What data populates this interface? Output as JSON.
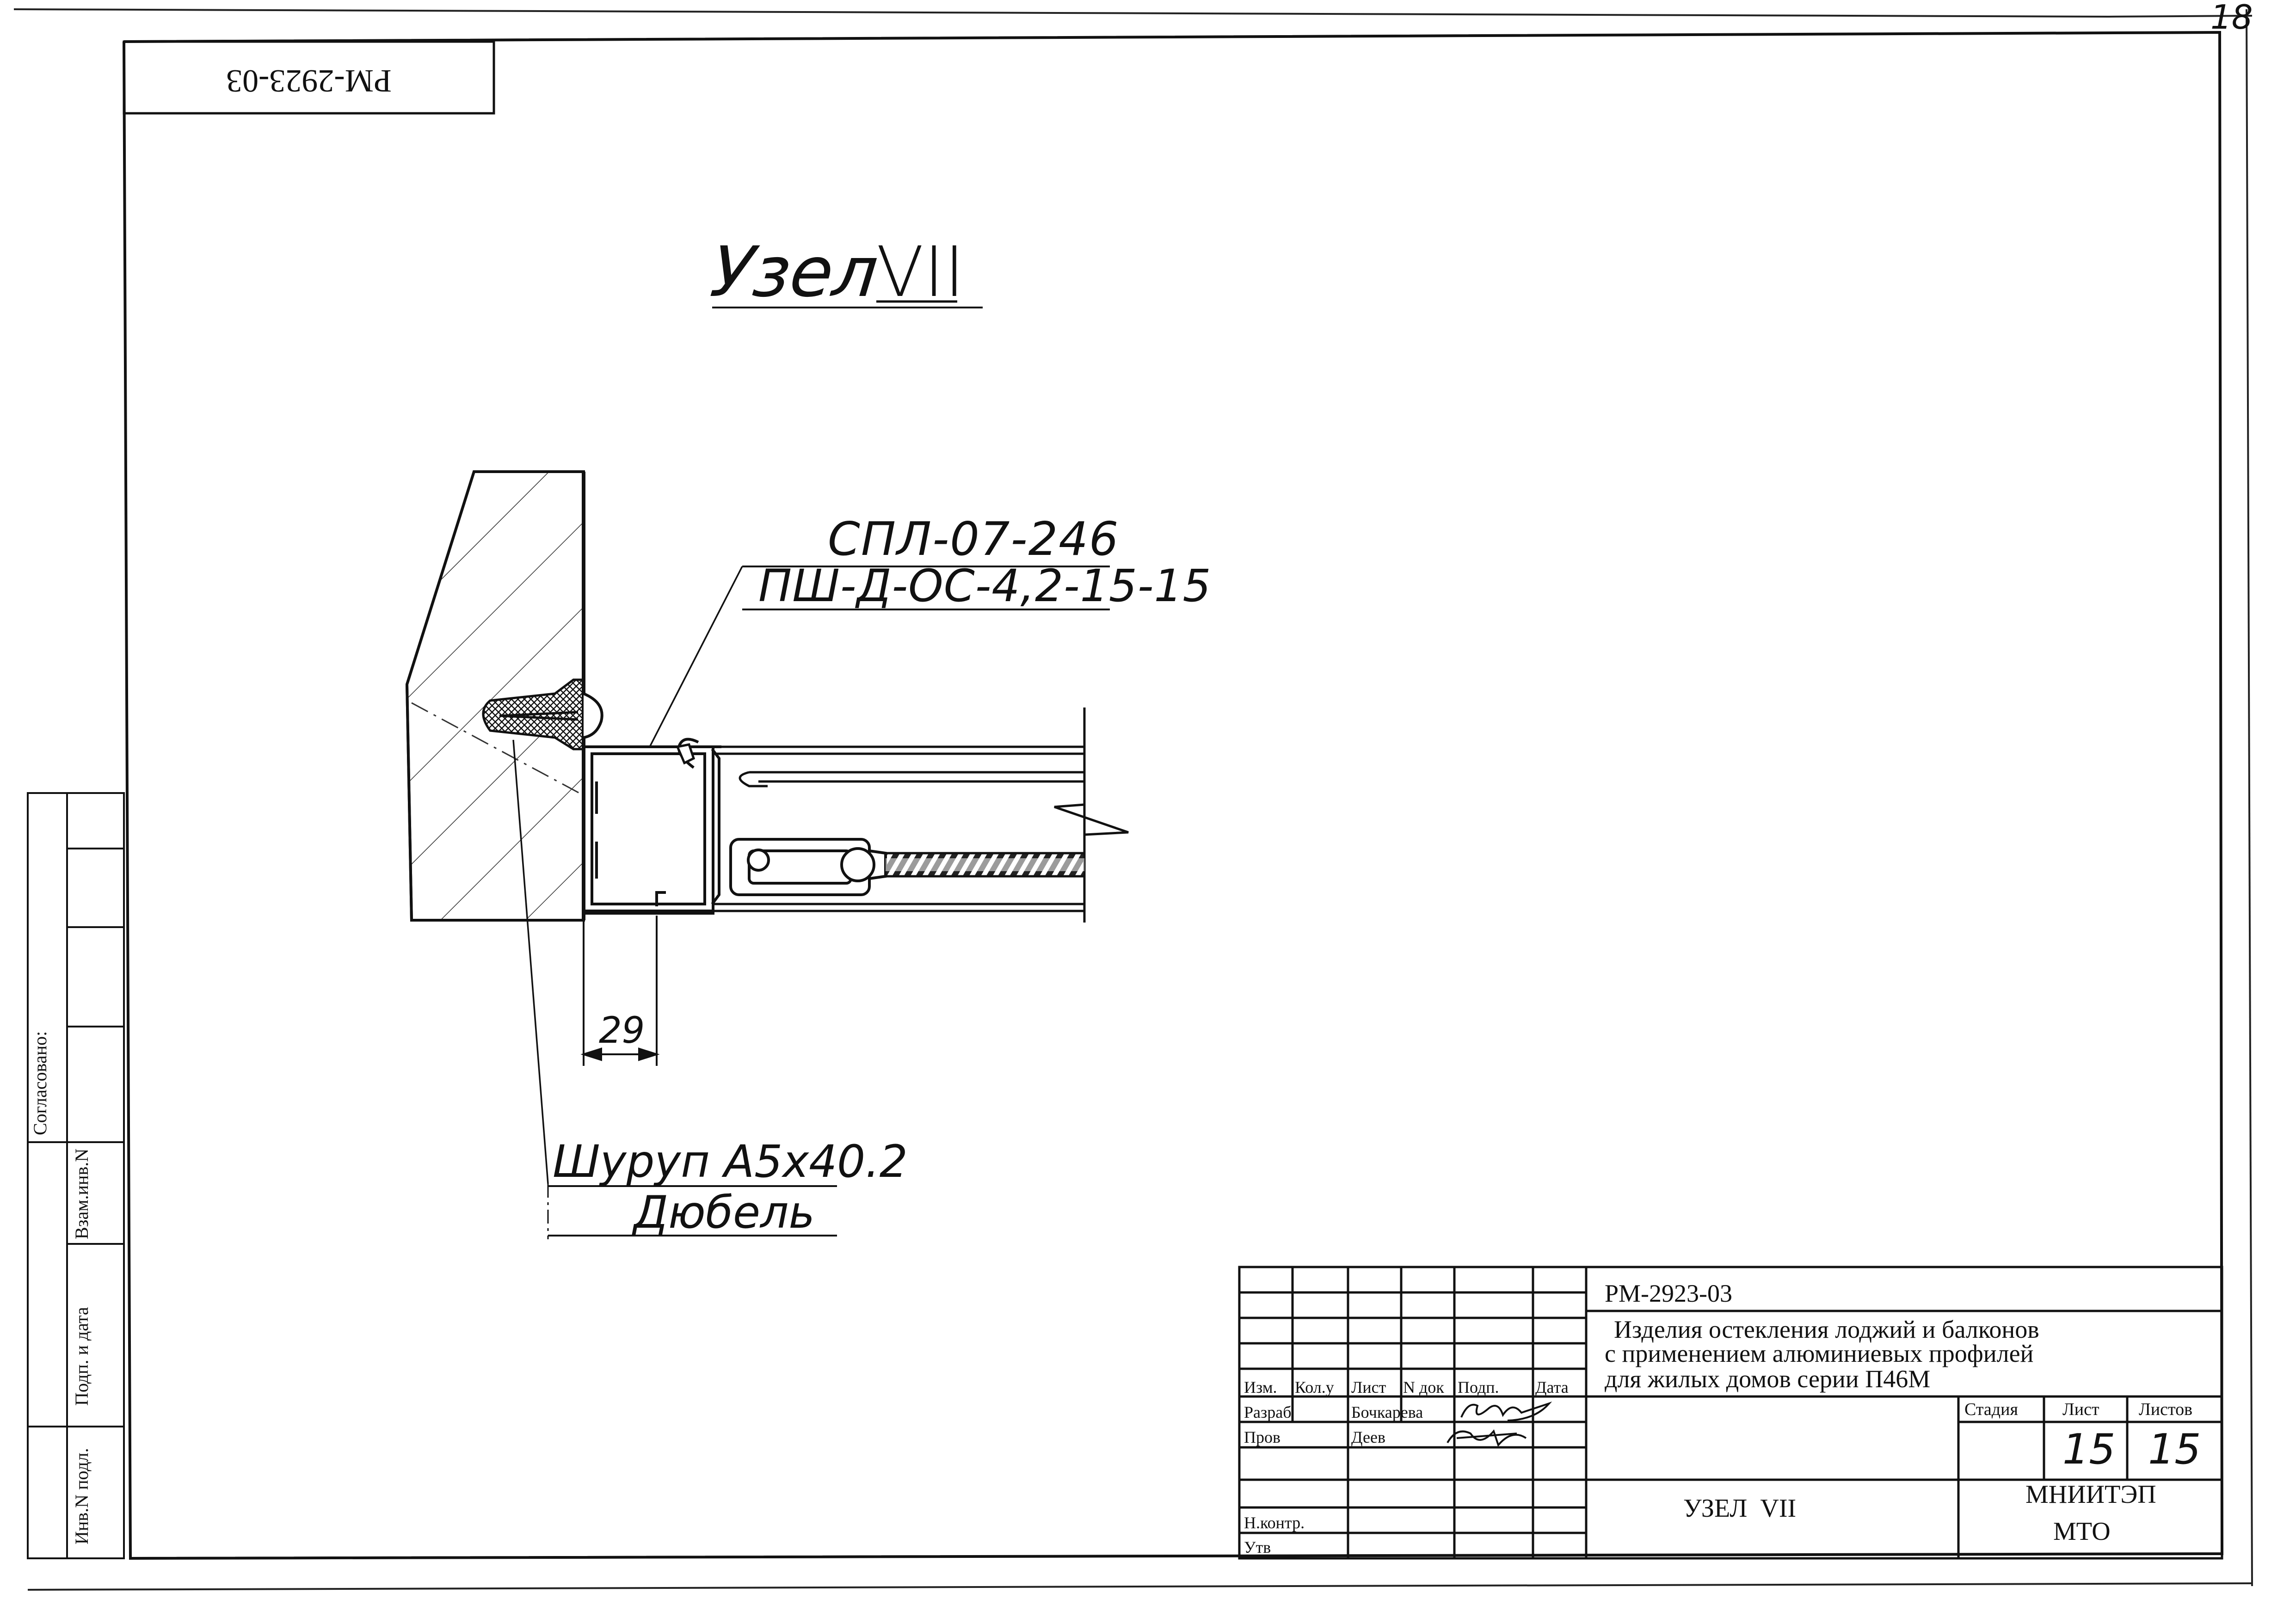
{
  "sheet_number": "18",
  "doc_code": "РМ-2923-03",
  "stamp_code_rotated": "РМ-2923-03",
  "title": {
    "prefix": "Узел",
    "numeral": "VII"
  },
  "callouts": {
    "upper_line1": "СПЛ-07-246",
    "upper_line2": "ПШ-Д-ОС-4,2-15-15",
    "lower_line1": "Шуруп А5х40.2",
    "lower_line2": "Дюбель"
  },
  "dimension": "29",
  "side_stamp": {
    "agreed": "Согласовано:",
    "replace_inv": "Взам.инв.N",
    "sign_date": "Подп. и дата",
    "orig_inv": "Инв.N подл."
  },
  "title_block": {
    "code": "РМ-2923-03",
    "description": [
      "Изделия остекления лоджий и балконов",
      "с применением алюминиевых профилей",
      "для жилых домов серии П46М"
    ],
    "headers": [
      "Изм.",
      "Кол.у",
      "Лист",
      "N док",
      "Подп.",
      "Дата"
    ],
    "roles": [
      {
        "role": "Разраб",
        "name": "Бочкарева"
      },
      {
        "role": "Пров",
        "name": "Деев"
      }
    ],
    "norm_control": "Н.контр.",
    "approved": "Утв",
    "stage_label": "Стадия",
    "sheet_label": "Лист",
    "sheets_label": "Листов",
    "sheet_value": "15",
    "sheets_value": "15",
    "drawing_name": "УЗЕЛ  VII",
    "org_line1": "МНИИТЭП",
    "org_line2": "МТО"
  }
}
